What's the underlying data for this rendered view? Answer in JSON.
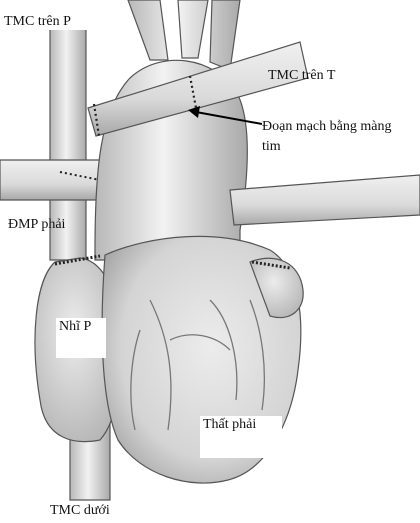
{
  "labels": {
    "svc_right": "TMC trên P",
    "svc_left": "TMC trên T",
    "pericardial_patch": "Đoạn mạch bằng màng tim",
    "right_pulmonary_artery": "ĐMP phải",
    "right_atrium": "Nhĩ P",
    "right_ventricle": "Thất phải",
    "inferior_vena_cava": "TMC dưới"
  },
  "colors": {
    "background": "#ffffff",
    "vessel_fill": "#e4e4e4",
    "vessel_stroke": "#555555",
    "heart_fill": "#dcdcdc",
    "shadow": "#b5b5b5",
    "suture": "#222222",
    "arrow": "#000000"
  }
}
